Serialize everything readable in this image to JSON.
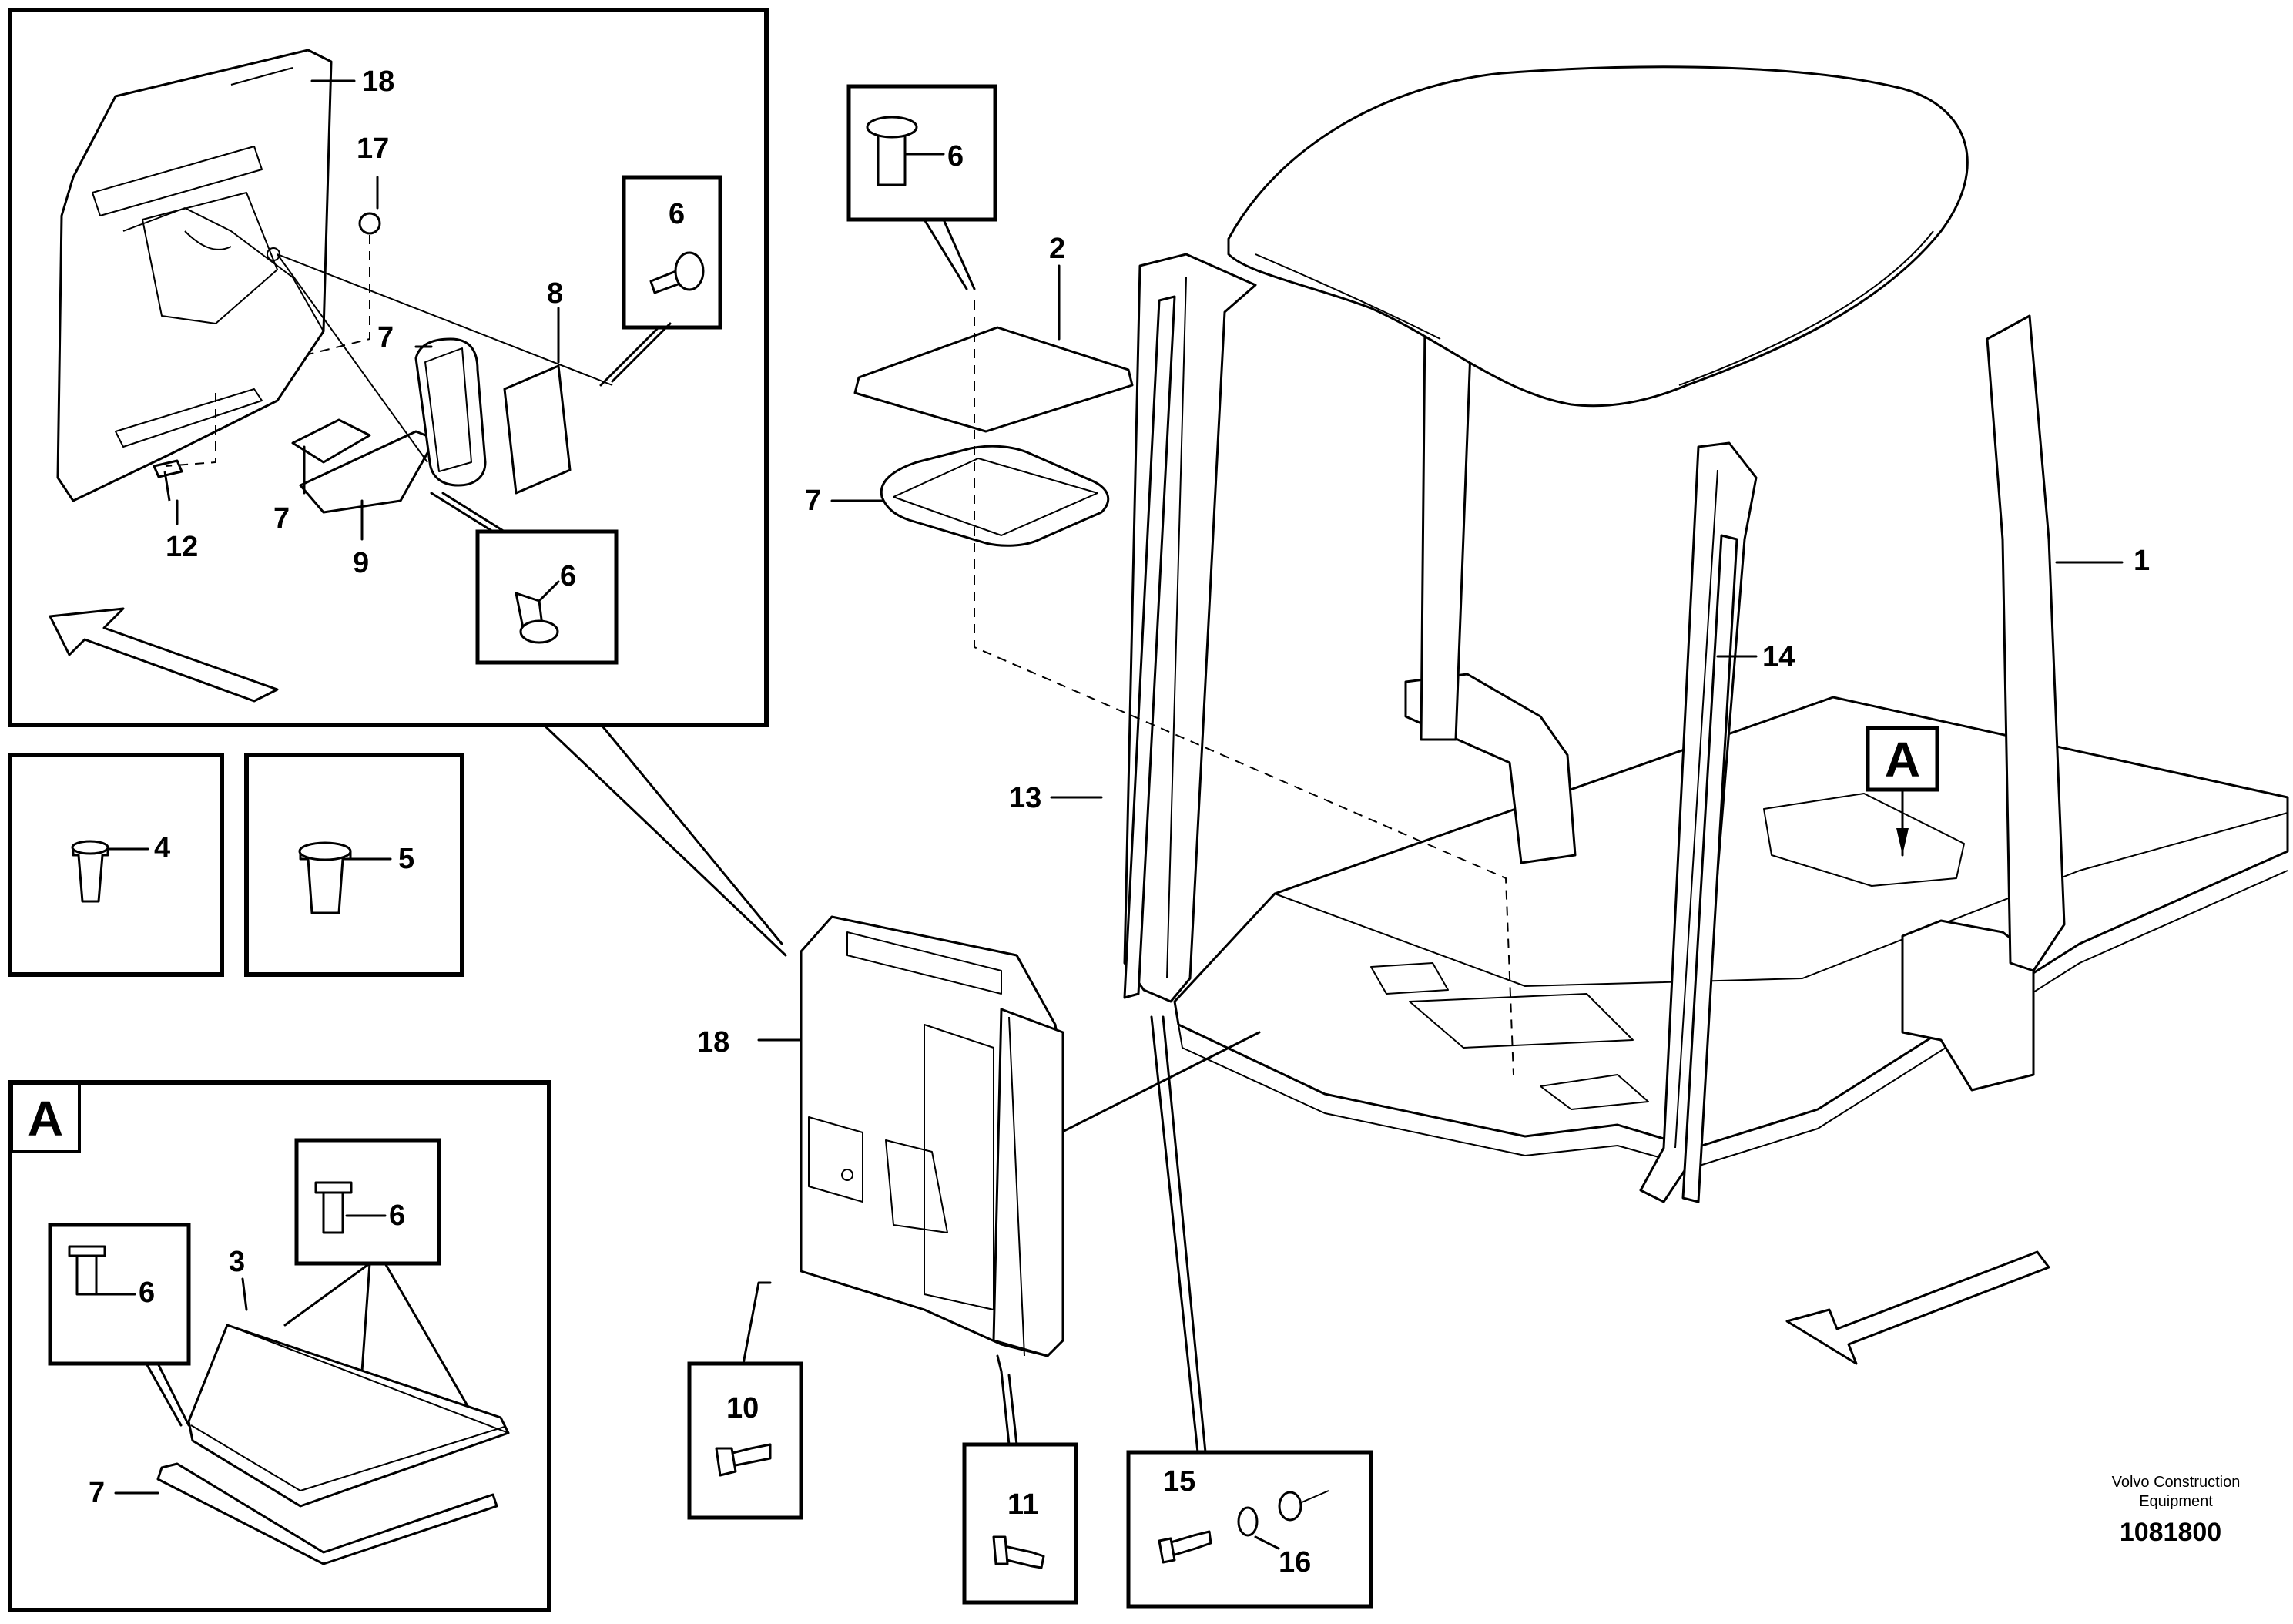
{
  "callouts": {
    "c1": "1",
    "c2": "2",
    "c3": "3",
    "c4": "4",
    "c5": "5",
    "c6": "6",
    "c7": "7",
    "c8": "8",
    "c9": "9",
    "c10": "10",
    "c11": "11",
    "c12": "12",
    "c13": "13",
    "c14": "14",
    "c15": "15",
    "c16": "16",
    "c17": "17",
    "c18": "18"
  },
  "view_marker": "A",
  "footer": {
    "line1": "Volvo Construction",
    "line2": "Equipment",
    "figure_number": "1081800"
  }
}
